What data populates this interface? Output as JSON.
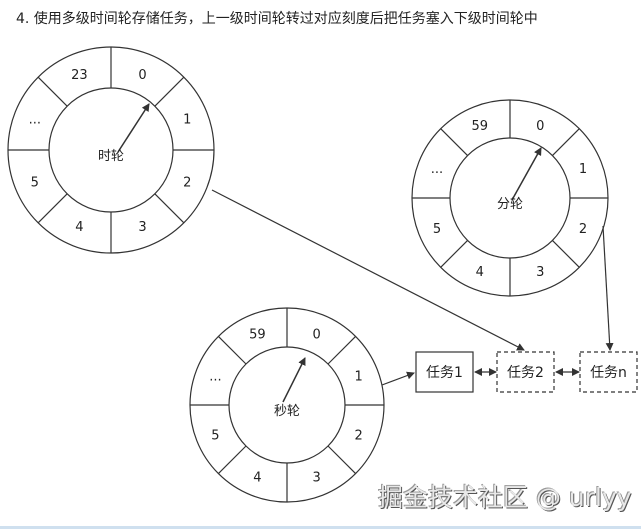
{
  "title": "4. 使用多级时间轮存储任务，上一级时间轮转过对应刻度后把任务塞入下级时间轮中",
  "wheels": [
    {
      "id": "hour",
      "name": "时轮",
      "slots": [
        "23",
        "0",
        "1",
        "2",
        "3",
        "4",
        "5",
        "..."
      ]
    },
    {
      "id": "minute",
      "name": "分轮",
      "slots": [
        "59",
        "0",
        "1",
        "2",
        "3",
        "4",
        "5",
        "..."
      ]
    },
    {
      "id": "second",
      "name": "秒轮",
      "slots": [
        "59",
        "0",
        "1",
        "2",
        "3",
        "4",
        "5",
        "..."
      ]
    }
  ],
  "tasks": [
    {
      "label": "任务1",
      "style": "solid"
    },
    {
      "label": "任务2",
      "style": "dashed"
    },
    {
      "label": "任务n",
      "style": "dashed"
    }
  ],
  "watermark": "掘金技术社区 @ urlyy"
}
